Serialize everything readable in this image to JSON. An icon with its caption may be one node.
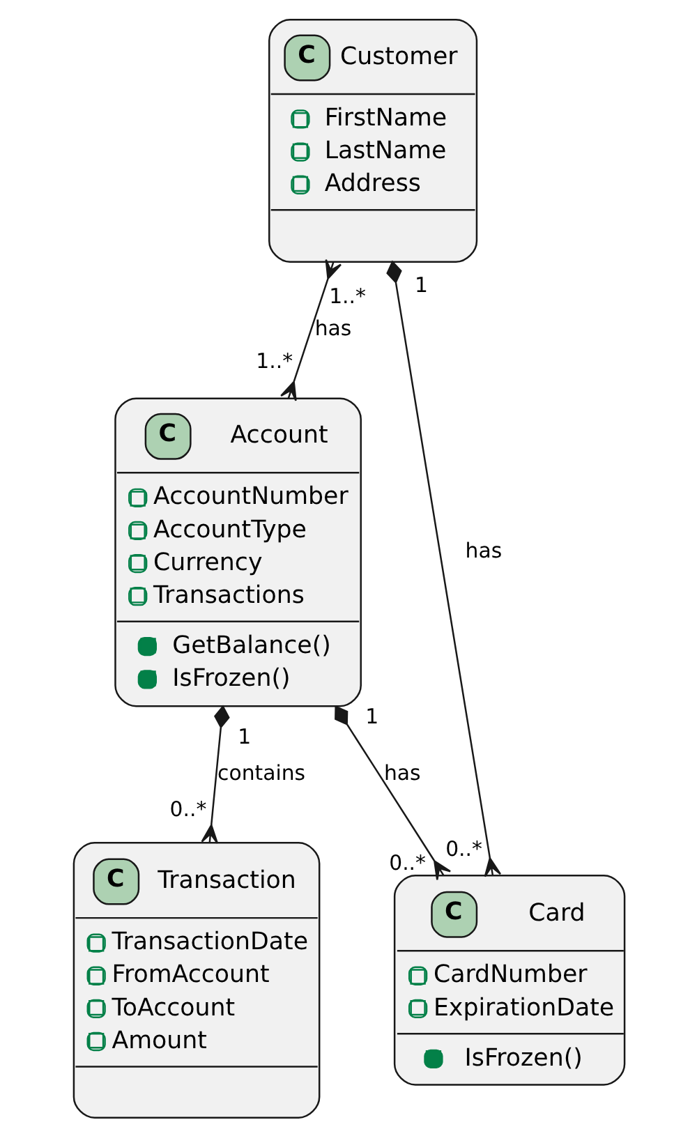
{
  "diagram": {
    "nodes": [
      {
        "text": [
          "C",
          "Customer",
          "FirstName",
          "LastName",
          "Address"
        ]
      },
      {
        "text": [
          "C",
          "Account",
          "AccountNumber",
          "AccountType",
          "Currency",
          "Transactions",
          "GetBalance()",
          "IsFrozen()"
        ]
      },
      {
        "text": [
          "C",
          "Transaction",
          "TransactionDate",
          "FromAccount",
          "ToAccount",
          "Amount"
        ]
      },
      {
        "text": [
          "C",
          "Card",
          "CardNumber",
          "ExpirationDate",
          "IsFrozen()"
        ]
      }
    ],
    "edges": [
      {
        "from": 0,
        "to": 1,
        "arrow": "other",
        "label": "has"
      },
      {
        "from": 0,
        "to": 3,
        "arrow": "other",
        "label": "has"
      },
      {
        "from": 1,
        "to": 2,
        "arrow": "other",
        "label": "contains"
      },
      {
        "from": 1,
        "to": 3,
        "arrow": "other",
        "label": "has"
      }
    ],
    "labels": [
      "1..*",
      "1",
      "1..*",
      "1",
      "1",
      "0..*",
      "0..*",
      "0..*"
    ]
  }
}
